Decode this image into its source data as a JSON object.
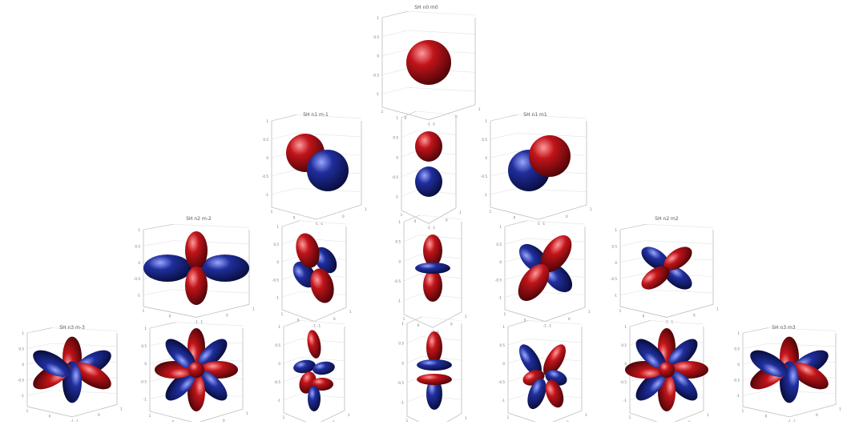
{
  "figure": {
    "titles": {
      "l0_m0": "SH n0 m0",
      "l1_m_neg1": "SH n1 m-1",
      "l1_m1": "SH n1 m1",
      "l2_m_neg2": "SH n2 m-2",
      "l2_m2": "SH n2 m2",
      "l3_m_neg3": "SH n3 m-3",
      "l3_m3": "SH n3 m3"
    },
    "tick_labels": [
      "1",
      "0.5",
      "0",
      "-0.5",
      "-1"
    ],
    "colors": {
      "positive_lobe": "#c0141a",
      "negative_lobe": "#1f2e9c",
      "axis": "#bdbdbd",
      "grid": "#e3e3e3",
      "tick": "#777777"
    }
  },
  "orbitals": [
    {
      "key": "l0_m0",
      "degree": 0,
      "order": 0,
      "shape": "sphere"
    },
    {
      "key": "l1_m_neg1",
      "degree": 1,
      "order": -1,
      "shape": "two-spheres"
    },
    {
      "key": "l1_m0",
      "degree": 1,
      "order": 0,
      "shape": "dumbbell-vertical"
    },
    {
      "key": "l1_m1",
      "degree": 1,
      "order": 1,
      "shape": "two-spheres"
    },
    {
      "key": "l2_m_neg2",
      "degree": 2,
      "order": -2,
      "shape": "four-lobe"
    },
    {
      "key": "l2_m_neg1",
      "degree": 2,
      "order": -1,
      "shape": "four-lobe-diagonal"
    },
    {
      "key": "l2_m0",
      "degree": 2,
      "order": 0,
      "shape": "dumbbell-ring"
    },
    {
      "key": "l2_m1",
      "degree": 2,
      "order": 1,
      "shape": "four-lobe-diagonal"
    },
    {
      "key": "l2_m2",
      "degree": 2,
      "order": 2,
      "shape": "four-lobe"
    },
    {
      "key": "l3_m_neg3",
      "degree": 3,
      "order": -3,
      "shape": "six-lobe"
    },
    {
      "key": "l3_m_neg2",
      "degree": 3,
      "order": -2,
      "shape": "eight-lobe"
    },
    {
      "key": "l3_m_neg1",
      "degree": 3,
      "order": -1,
      "shape": "stacked-lobes"
    },
    {
      "key": "l3_m0",
      "degree": 3,
      "order": 0,
      "shape": "dumbbell-two-rings"
    },
    {
      "key": "l3_m1",
      "degree": 3,
      "order": 1,
      "shape": "stacked-lobes"
    },
    {
      "key": "l3_m2",
      "degree": 3,
      "order": 2,
      "shape": "eight-lobe"
    },
    {
      "key": "l3_m3",
      "degree": 3,
      "order": 3,
      "shape": "six-lobe"
    }
  ]
}
